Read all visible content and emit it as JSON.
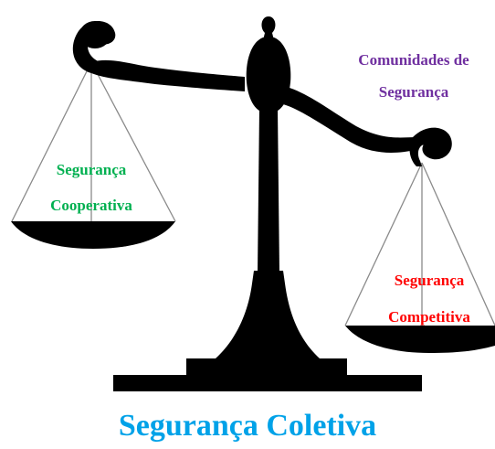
{
  "labels": {
    "community": {
      "line1": "Comunidades de",
      "line2": "Segurança",
      "color": "#7030a0"
    },
    "cooperative": {
      "line1": "Segurança",
      "line2": "Cooperativa",
      "color": "#00b050"
    },
    "competitive": {
      "line1": "Segurança",
      "line2": "Competitiva",
      "color": "#ff0000"
    },
    "title": {
      "text": "Segurança Coletiva",
      "color": "#00a2e8"
    }
  },
  "colors": {
    "scale": "#000000",
    "strings": "#8a8a8a"
  }
}
